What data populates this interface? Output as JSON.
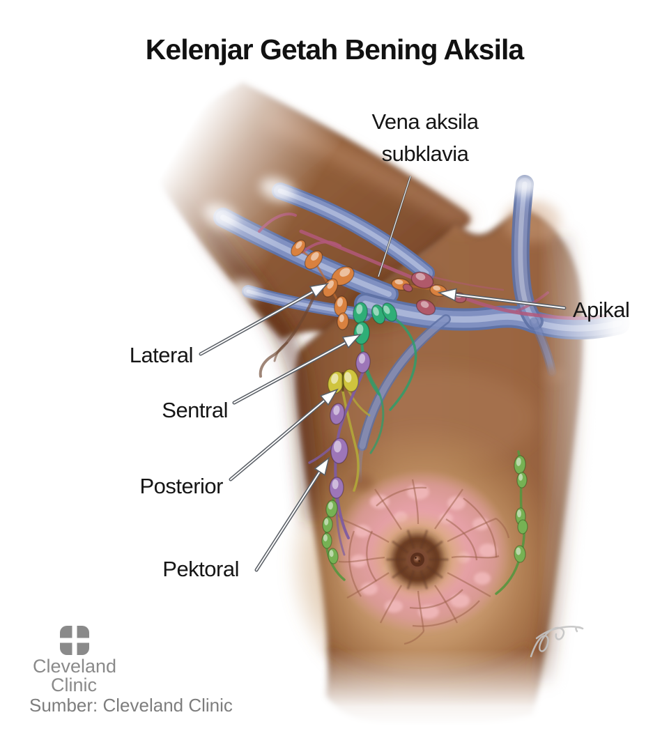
{
  "title": "Kelenjar Getah Bening Aksila",
  "annotations": {
    "vena_line1": "Vena aksila",
    "vena_line2": "subklavia",
    "apikal": "Apikal",
    "lateral": "Lateral",
    "sentral": "Sentral",
    "posterior": "Posterior",
    "pektoral": "Pektoral"
  },
  "node_colors": {
    "lateral": "#d9813f",
    "apikal": "#b0596a",
    "sentral": "#2fae77",
    "posterior": "#cfc43e",
    "pektoral": "#9d76b8",
    "breast_chain": "#76b154"
  },
  "palette": {
    "vein_edge": "#5f72a6",
    "vein_mid": "#8090c1",
    "vein_core": "#b3bedd",
    "artery": "#b2587a",
    "skin_mid": "#96613e",
    "label_text": "#151515",
    "arrow_gray": "#5a5f66",
    "logo_gray": "#8a8a8a"
  },
  "footer": {
    "logo_line1": "Cleveland",
    "logo_line2": "Clinic",
    "source": "Sumber: Cleveland Clinic"
  }
}
